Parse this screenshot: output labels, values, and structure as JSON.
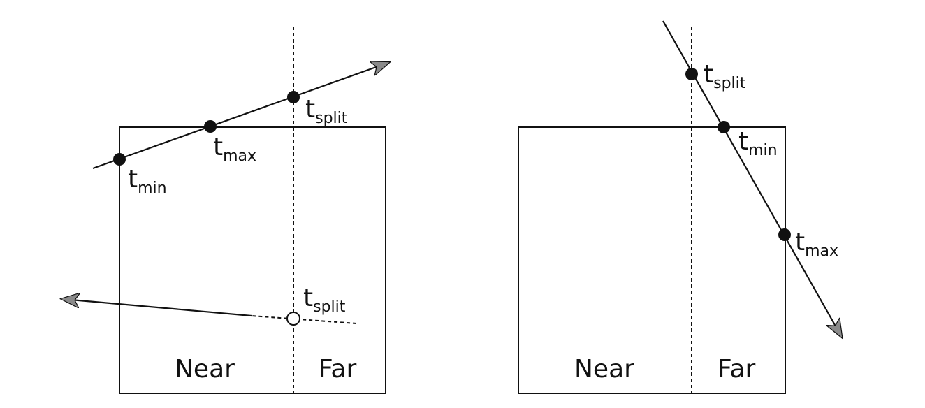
{
  "left_panel": {
    "near_label": "Near",
    "far_label": "Far",
    "ray1": {
      "t_min": {
        "base": "t",
        "sub": "min"
      },
      "t_max": {
        "base": "t",
        "sub": "max"
      },
      "t_split": {
        "base": "t",
        "sub": "split"
      }
    },
    "ray2": {
      "t_split": {
        "base": "t",
        "sub": "split"
      }
    }
  },
  "right_panel": {
    "near_label": "Near",
    "far_label": "Far",
    "ray": {
      "t_split": {
        "base": "t",
        "sub": "split"
      },
      "t_min": {
        "base": "t",
        "sub": "min"
      },
      "t_max": {
        "base": "t",
        "sub": "max"
      }
    }
  },
  "colors": {
    "stroke": "#111111",
    "arrowhead": "#8a8a8a",
    "hollow_point_fill": "#ffffff"
  }
}
